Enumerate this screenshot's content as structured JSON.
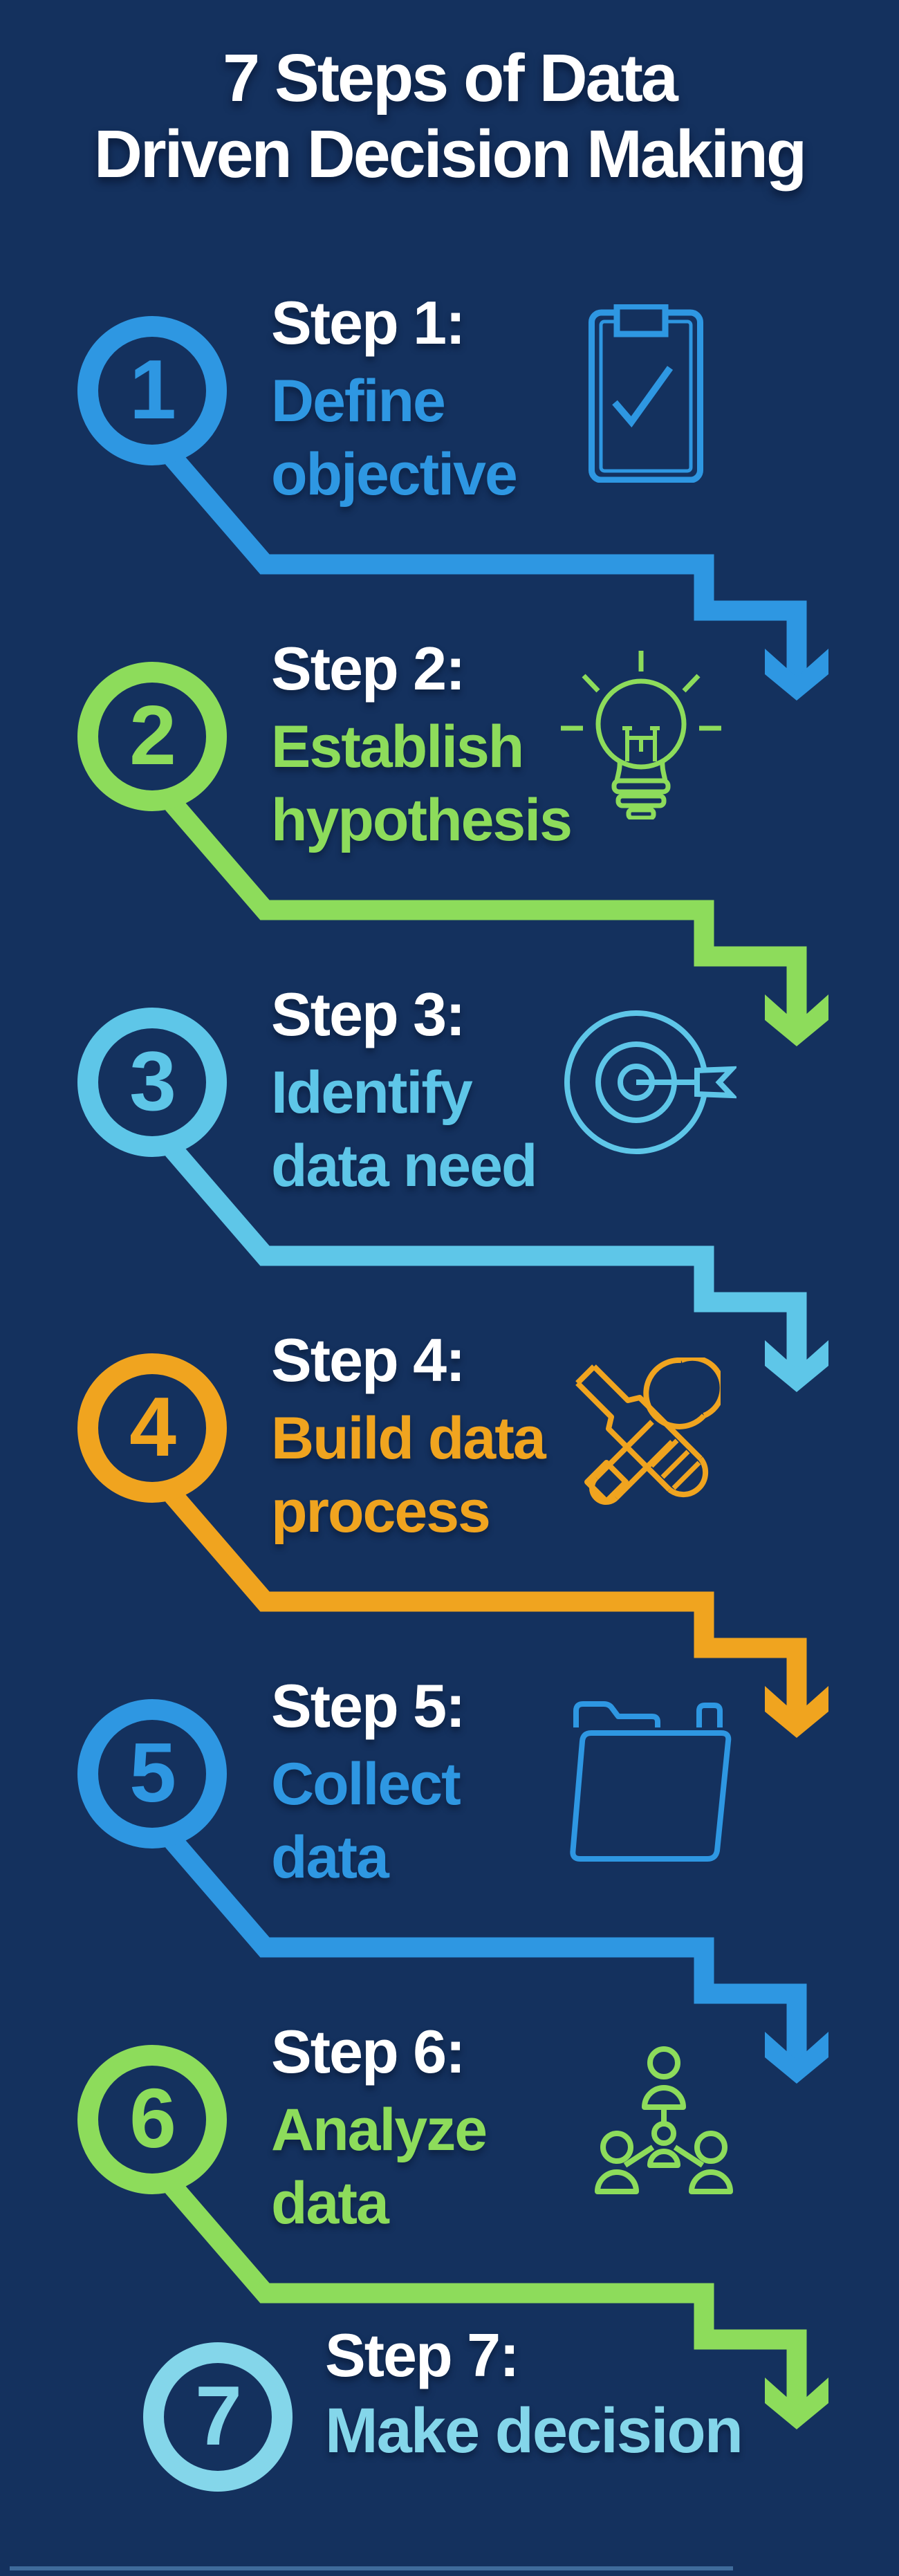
{
  "title": {
    "lines": [
      "7 Steps of Data",
      "Driven Decision Making"
    ]
  },
  "colors": {
    "background": "#14315E",
    "white": "#FFFFFF",
    "blue": "#2E97E2",
    "green": "#8DDC5B",
    "sky": "#5EC6E8",
    "orange": "#F0A41F",
    "cyan": "#84D6EA",
    "bottom_line": "#4D7FB0"
  },
  "steps": [
    {
      "number": "1",
      "label": "Step 1:",
      "subtitle_lines": [
        "Define",
        "objective"
      ],
      "accent": "blue",
      "icon": "clipboard-check-icon"
    },
    {
      "number": "2",
      "label": "Step 2:",
      "subtitle_lines": [
        "Establish",
        "hypothesis"
      ],
      "accent": "green",
      "icon": "lightbulb-icon"
    },
    {
      "number": "3",
      "label": "Step 3:",
      "subtitle_lines": [
        "Identify",
        "data need"
      ],
      "accent": "sky",
      "icon": "target-arrow-icon"
    },
    {
      "number": "4",
      "label": "Step 4:",
      "subtitle_lines": [
        "Build data",
        "process"
      ],
      "accent": "orange",
      "icon": "tools-icon"
    },
    {
      "number": "5",
      "label": "Step 5:",
      "subtitle_lines": [
        "Collect",
        "data"
      ],
      "accent": "blue",
      "icon": "folder-icon"
    },
    {
      "number": "6",
      "label": "Step 6:",
      "subtitle_lines": [
        "Analyze",
        "data"
      ],
      "accent": "green",
      "icon": "people-network-icon"
    },
    {
      "number": "7",
      "label": "Step 7:",
      "subtitle_lines": [
        "Make decision"
      ],
      "accent": "cyan",
      "icon": null
    }
  ]
}
